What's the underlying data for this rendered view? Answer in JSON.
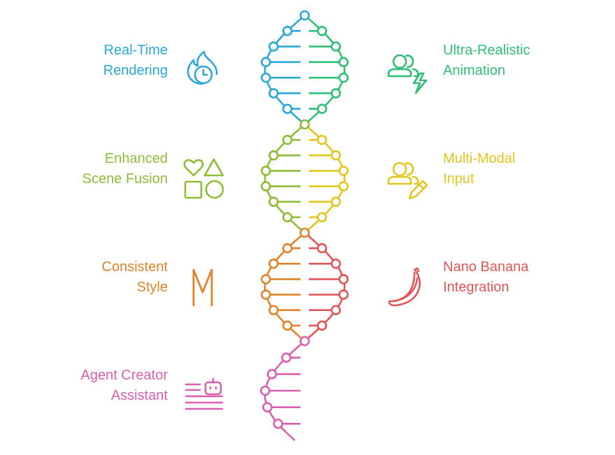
{
  "colors": {
    "blue": "#29a9d6",
    "green": "#2fbf74",
    "lime": "#8fbc35",
    "yellow": "#e3c51c",
    "orange": "#e0832a",
    "red": "#e05656",
    "pink": "#d95fb0"
  },
  "features": {
    "realtime": {
      "line1": "Real-Time",
      "line2": "Rendering",
      "icon": "flame-clock-icon"
    },
    "ultra": {
      "line1": "Ultra-Realistic",
      "line2": "Animation",
      "icon": "users-lightning-icon"
    },
    "fusion": {
      "line1": "Enhanced",
      "line2": "Scene Fusion",
      "icon": "shapes-icon"
    },
    "multimodal": {
      "line1": "Multi-Modal",
      "line2": "Input",
      "icon": "users-pencil-icon"
    },
    "consistent": {
      "line1": "Consistent",
      "line2": "Style",
      "icon": "letter-m-icon"
    },
    "nano": {
      "line1": "Nano Banana",
      "line2": "Integration",
      "icon": "banana-icon"
    },
    "agent": {
      "line1": "Agent Creator",
      "line2": "Assistant",
      "icon": "robot-text-icon"
    }
  }
}
